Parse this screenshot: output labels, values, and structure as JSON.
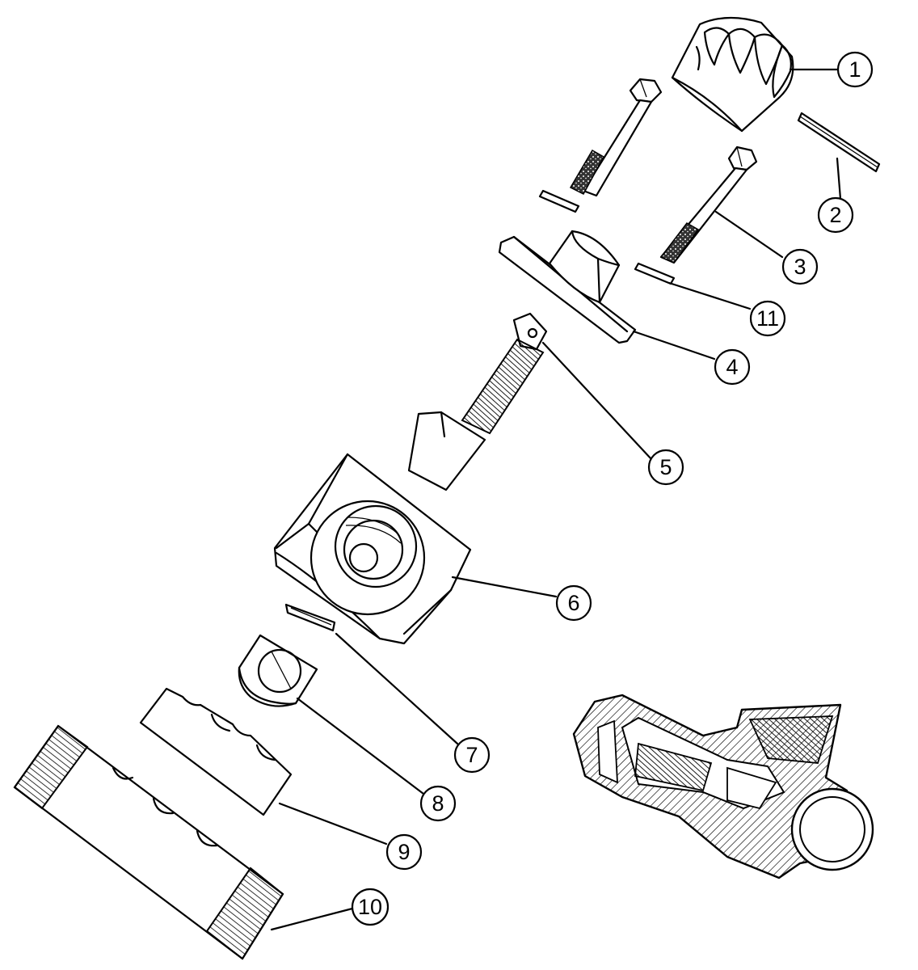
{
  "callouts": [
    {
      "id": 1,
      "label": "1"
    },
    {
      "id": 2,
      "label": "2"
    },
    {
      "id": 3,
      "label": "3"
    },
    {
      "id": 4,
      "label": "4"
    },
    {
      "id": 5,
      "label": "5"
    },
    {
      "id": 6,
      "label": "6"
    },
    {
      "id": 7,
      "label": "7"
    },
    {
      "id": 8,
      "label": "8"
    },
    {
      "id": 9,
      "label": "9"
    },
    {
      "id": 10,
      "label": "10"
    },
    {
      "id": 11,
      "label": "11"
    }
  ]
}
